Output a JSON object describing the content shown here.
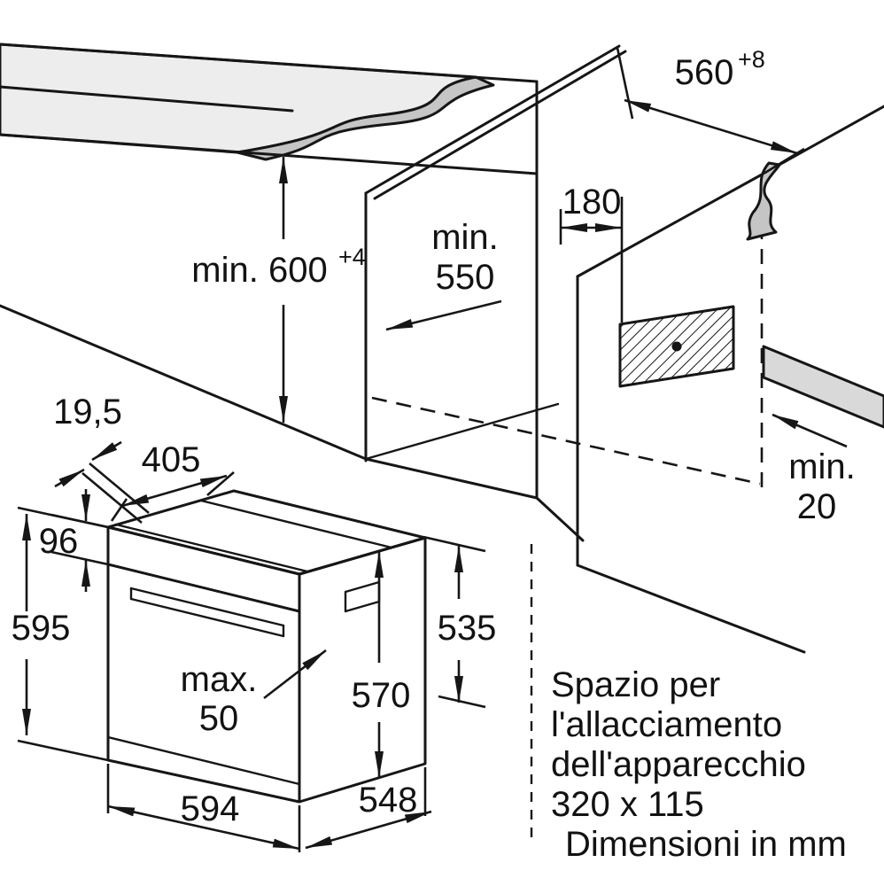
{
  "page": {
    "background": "#ffffff"
  },
  "colors": {
    "line": "#161616",
    "slab_fill": "#ededed",
    "torn_fill": "#c5c5c5",
    "counter_fill": "#d9d9d9"
  },
  "dimensions": {
    "niche_height": {
      "value": "min. 600",
      "sup": "+4"
    },
    "niche_depth": {
      "line1": "min.",
      "line2": "550"
    },
    "top_clearance": "180",
    "niche_width": {
      "value": "560",
      "sup": "+8"
    },
    "rear_gap": {
      "line1": "min.",
      "line2": "20"
    },
    "front_overhang": "19,5",
    "top_depth": "405",
    "panel_height": "96",
    "oven_height": "595",
    "handle_depth": {
      "line1": "max.",
      "line2": "50"
    },
    "body_depth": "570",
    "side_height": "535",
    "oven_width": "594",
    "oven_depth": "548"
  },
  "note": {
    "line1": "Spazio per",
    "line2": "l'allacciamento",
    "line3": "dell'apparecchio",
    "line4": "320 x 115",
    "line5": "Dimensioni in mm"
  }
}
